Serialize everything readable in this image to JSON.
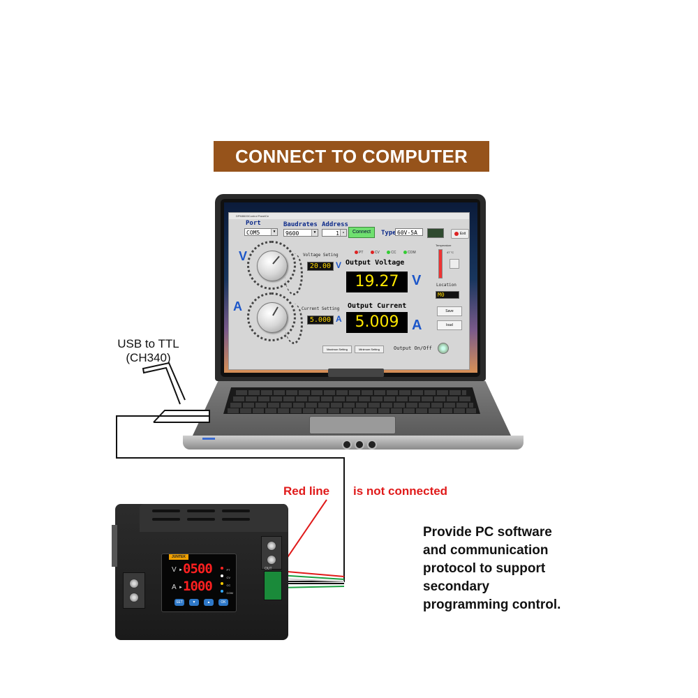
{
  "banner": {
    "title": "CONNECT TO COMPUTER"
  },
  "app": {
    "window_title": "DPM8600Control PanelCe",
    "port_label": "Port",
    "port_value": "COM5",
    "baudrates_label": "Baudrates",
    "baudrates_value": "9600",
    "address_label": "Address",
    "address_value": "1",
    "connect_label": "Connect",
    "type_label": "Type",
    "type_value": "60V-5A",
    "exit_label": "Exit",
    "indicators": [
      "PT",
      "CV",
      "CC",
      "COM"
    ],
    "voltage_letter": "V",
    "current_letter": "A",
    "voltage_setting_label": "Voltage Seting",
    "voltage_setting_value": "20.00",
    "voltage_unit": "V",
    "current_setting_label": "Current Setting",
    "current_setting_value": "5.000",
    "current_unit": "A",
    "output_voltage_label": "Output Voltage",
    "output_voltage_value": "19.27",
    "output_current_label": "Output Current",
    "output_current_value": "5.009",
    "temperature_label": "Temperature",
    "location_label": "Location",
    "location_value": "M0",
    "save_label": "Save",
    "load_label": "load",
    "maximum_setting_label": "Maximun Setting",
    "minimum_setting_label": "Minimum Setting",
    "output_onoff_label": "Output On/Off",
    "temperature_readout": "47 °C"
  },
  "labels": {
    "usb_to_ttl": "USB to TTL",
    "usb_chip": "(CH340)",
    "red_line": "Red line",
    "not_connected": "is not connected",
    "provide_lines": [
      "Provide PC software",
      "and communication",
      "protocol to support",
      "secondary",
      "programming control."
    ]
  },
  "psu": {
    "brand": "JUNTEK",
    "voltage_display": "0500",
    "current_display": "1000",
    "voltage_letter": "V",
    "current_letter": "A",
    "leds": [
      "PT",
      "CV",
      "CC",
      "COM"
    ],
    "buttons": [
      "SET",
      "▼",
      "▲",
      "OK"
    ],
    "output_label": "OUT"
  },
  "colors": {
    "banner_bg": "#96531b",
    "value_yellow": "#ffe800",
    "blue_unit": "#1c56c9",
    "red_label": "#e01a1a",
    "seg_red": "#ff2020"
  }
}
